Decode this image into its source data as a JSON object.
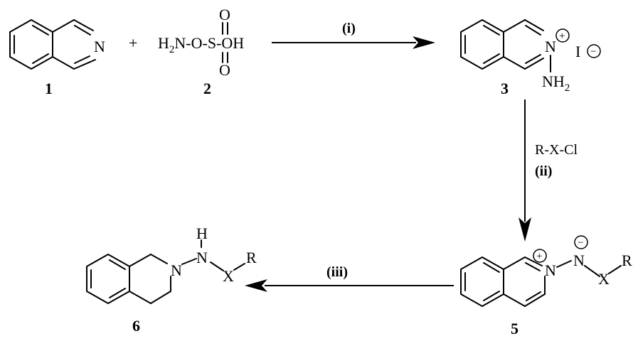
{
  "compounds": {
    "c1": {
      "label": "1",
      "atom_n": "N"
    },
    "plus": "+",
    "c2": {
      "label": "2",
      "h2n": "H",
      "h2n_sub": "2",
      "chain": "N-O-S-OH",
      "o_top": "O",
      "o_bottom": "O"
    },
    "c3": {
      "label": "3",
      "atom_n": "N",
      "plus_sign": "+",
      "iodide": "I",
      "minus_sign": "−",
      "nh2": "NH",
      "nh2_sub": "2"
    },
    "c5": {
      "label": "5",
      "atom_n": "N",
      "plus_sign": "+",
      "n2": "N",
      "minus_sign": "−",
      "x": "X",
      "r": "R"
    },
    "c6": {
      "label": "6",
      "atom_n": "N",
      "h": "H",
      "nh_n": "N",
      "x": "X",
      "r": "R"
    }
  },
  "steps": {
    "i": "(i)",
    "ii_reagent": "R-X-Cl",
    "ii": "(ii)",
    "iii": "(iii)"
  }
}
